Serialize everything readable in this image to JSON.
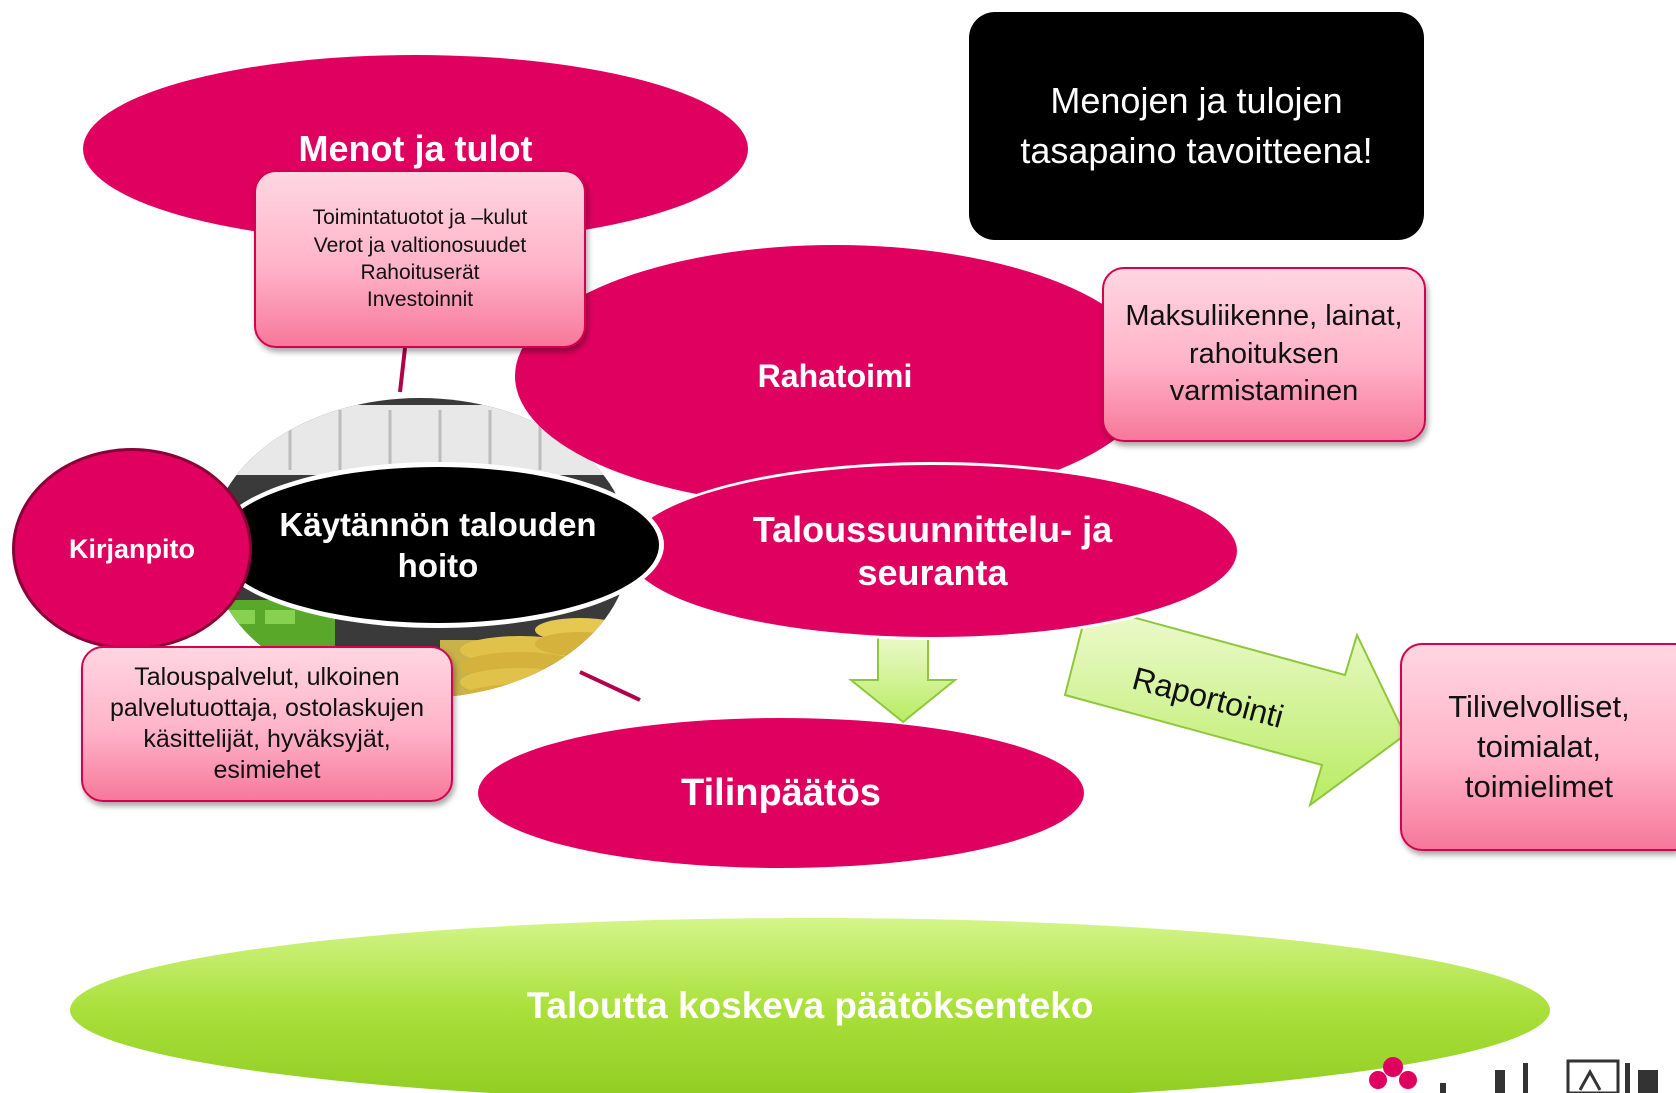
{
  "ellipses": {
    "menot": "Menot ja tulot",
    "rahatoimi": "Rahatoimi",
    "kirjanpito": "Kirjanpito",
    "kaytannon": "Käytännön talouden\nhoito",
    "taloussuunnittelu": "Taloussuunnittelu- ja\nseuranta",
    "tilinpaatos": "Tilinpäätös",
    "paatoksenteko": "Taloutta koskeva päätöksenteko"
  },
  "boxes": {
    "menot_details": "Toimintatuotot ja –kulut\nVerot ja valtionosuudet\nRahoituserät\nInvestoinnit",
    "rahatoimi_details": "Maksuliikenne, lainat,\nrahoituksen\nvarmistaminen",
    "kaytannon_details": "Talouspalvelut, ulkoinen\npalvelutuottaja, ostolaskujen\nkäsittelijät, hyväksyjät,\nesimiehet",
    "tilivelvolliset": "Tilivelvolliset,\ntoimialat,\ntoimielimet"
  },
  "callout": "Menojen ja tulojen\ntasapaino tavoitteena!",
  "arrow_label": "Raportointi",
  "colors": {
    "magenta": "#e0005f",
    "green": "#a6e03a",
    "black": "#000000"
  },
  "icons": {
    "photo": "calculator-coins-photo",
    "logo": "city-logo"
  }
}
